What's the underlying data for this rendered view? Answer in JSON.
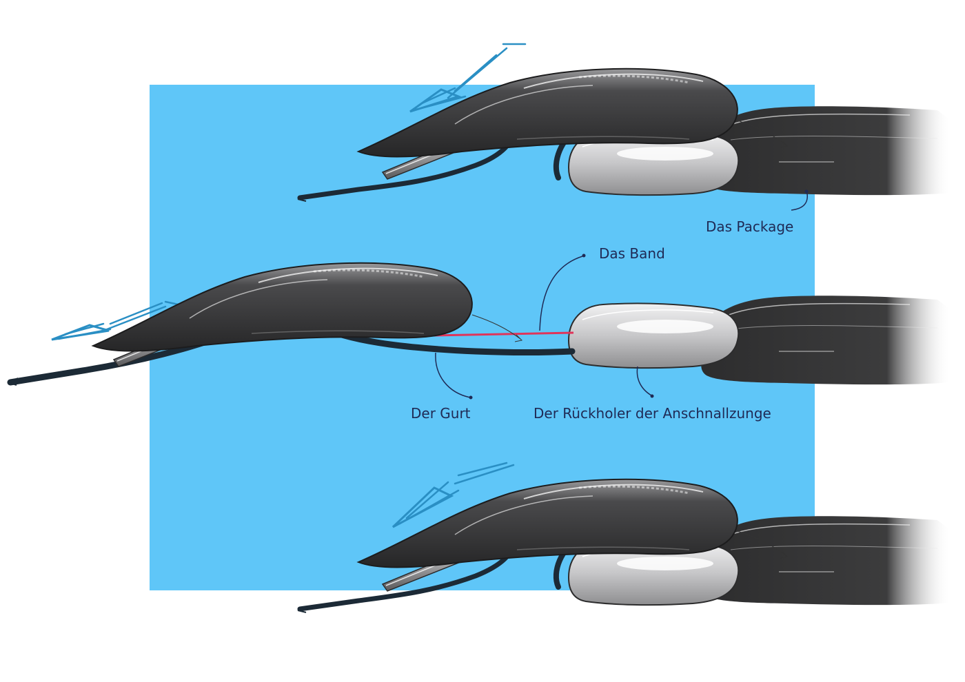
{
  "labels": {
    "package": "Das Package",
    "band": "Das Band",
    "gurt": "Der Gurt",
    "rueckholer": "Der Rückholer der Anschnallzunge"
  },
  "colors": {
    "background_panel": "#5fc6f8",
    "shell_dark": "#303031",
    "shell_mid": "#6b6b6d",
    "shell_light": "#d4d4d6",
    "sketch_blue": "#2a8fc4",
    "band_red": "#e0345a",
    "strap": "#1c2a36",
    "label_text": "#1f2a55"
  }
}
